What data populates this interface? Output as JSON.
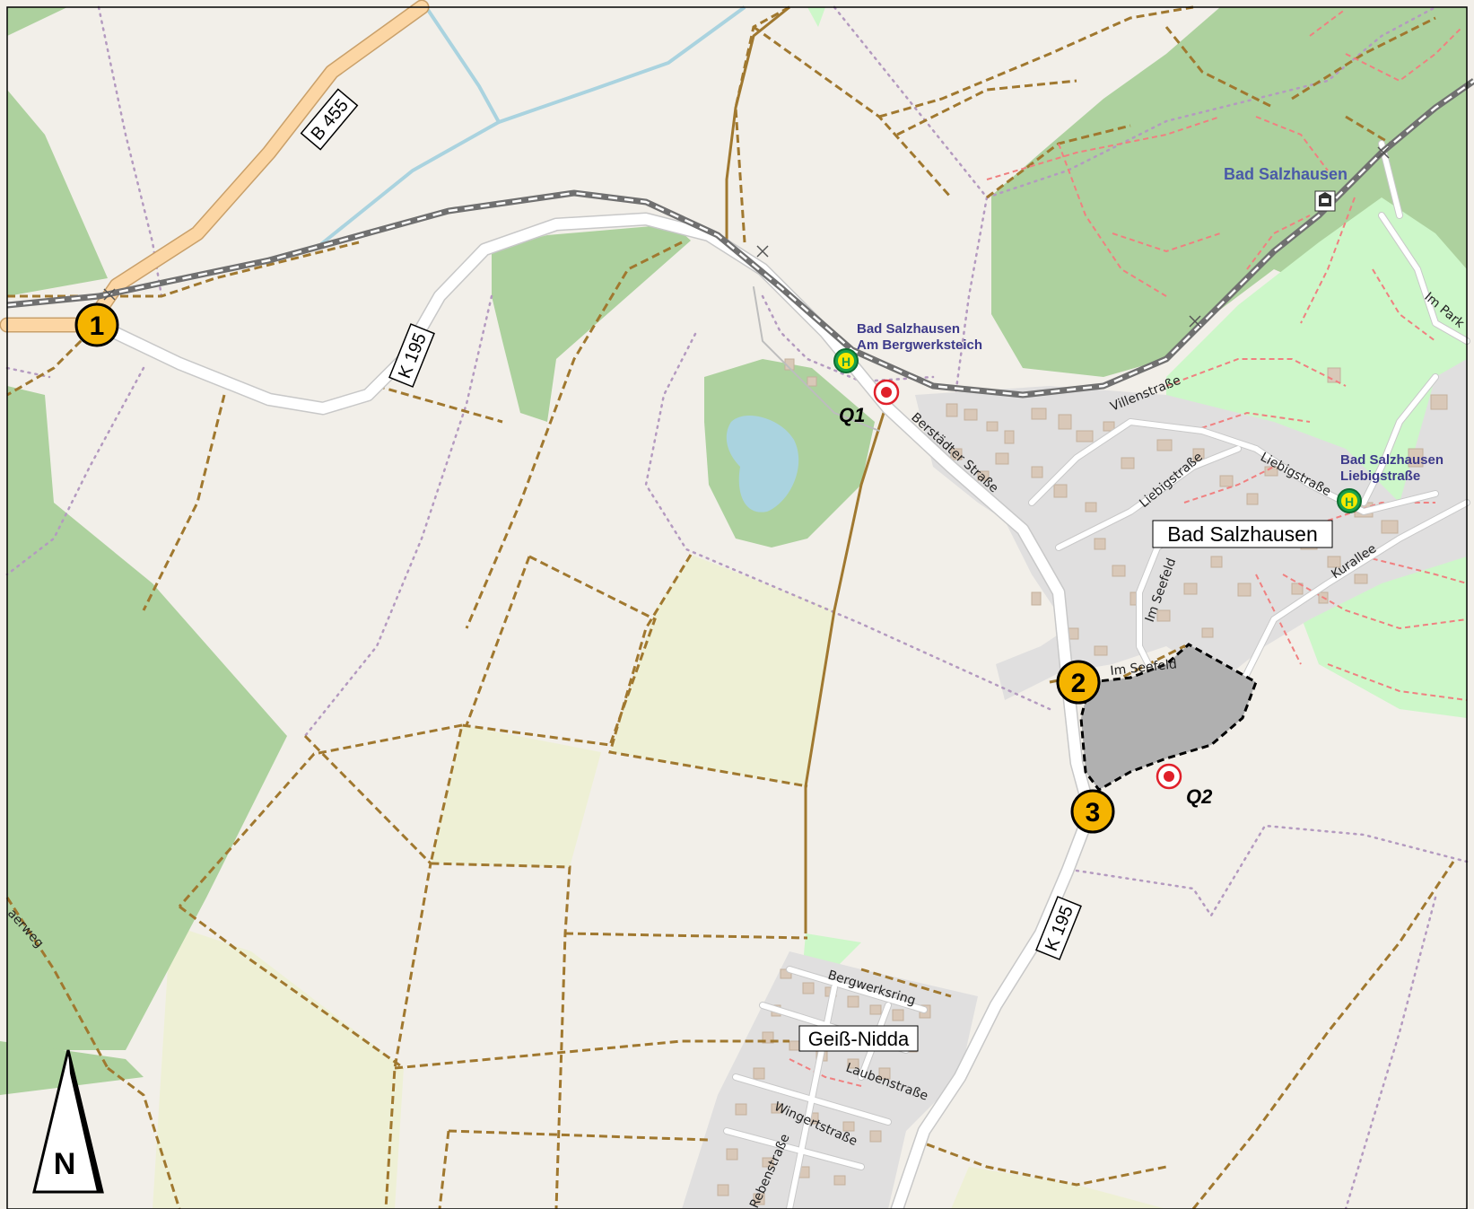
{
  "roads": {
    "b455": "B 455",
    "k195_north": "K 195",
    "k195_south": "K 195"
  },
  "streets": {
    "berstaedter": "Berstädter Straße",
    "villen": "Villenstraße",
    "liebig_west": "Liebigstraße",
    "liebig_east": "Liebigstraße",
    "seefeld_n": "Im Seefeld",
    "seefeld_s": "Im Seefeld",
    "kurallee": "Kurallee",
    "impark": "Im Park",
    "bergwerksring": "Bergwerksring",
    "lauben": "Laubenstraße",
    "wingert": "Wingertstraße",
    "reben": "Rebenstraße",
    "weg_west": "aerweg"
  },
  "places": {
    "salzhausen_box": "Bad Salzhausen",
    "salzhausen_station": "Bad Salzhausen",
    "geiss_nidda": "Geiß-Nidda"
  },
  "bus_stops": {
    "bergwerksteich": {
      "line1": "Bad Salzhausen",
      "line2": "Am Bergwerksteich",
      "symbol": "H"
    },
    "liebigstrasse": {
      "line1": "Bad Salzhausen",
      "line2": "Liebigstraße",
      "symbol": "H"
    }
  },
  "markers": {
    "m1": "1",
    "m2": "2",
    "m3": "3"
  },
  "points": {
    "q1": "Q1",
    "q2": "Q2"
  },
  "north_arrow": {
    "label": "N"
  },
  "icons": {
    "station": "train-station-icon",
    "bus": "bus-stop-icon",
    "point": "target-point-icon"
  },
  "colors": {
    "background": "#f2efe9",
    "forest": "#add19e",
    "park": "#cdf7c9",
    "farmland": "#eef0d5",
    "residential": "#e0dfdf",
    "water": "#aad3df",
    "building": "#d9c8b8",
    "track": "#a0782f",
    "primary": "#fcd6a4",
    "railway": "#707070",
    "marker": "#f5b400",
    "bus_stop": "#1aa24a",
    "bus_stop_label": "#3d3a8a",
    "target": "#e0202a",
    "site": "#b0b0b0"
  }
}
